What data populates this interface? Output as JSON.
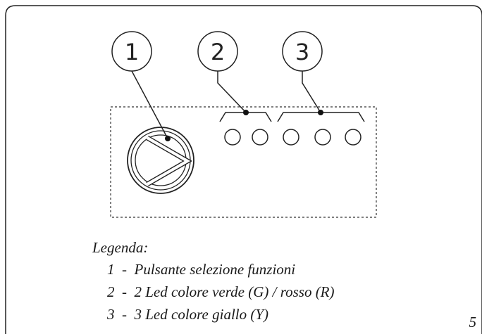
{
  "callouts": [
    "1",
    "2",
    "3"
  ],
  "legend": {
    "title": "Legenda:",
    "items": [
      "1  -  Pulsante selezione funzioni",
      "2  -  2 Led colore verde (G) / rosso (R)",
      "3  -  3 Led colore giallo (Y)"
    ]
  },
  "page_number": "5",
  "button_icon": "chevron-right-icon",
  "led_count": {
    "green_red": 2,
    "yellow": 3
  }
}
